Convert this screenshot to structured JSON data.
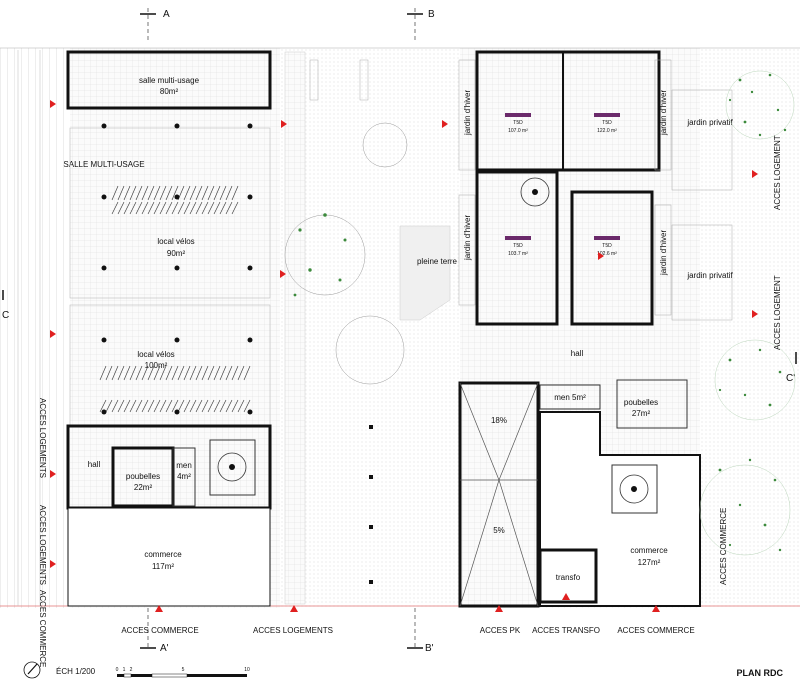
{
  "sections": {
    "a": "A",
    "b": "B",
    "c": "C",
    "c_prime": "C'",
    "a_prime": "A'",
    "b_prime": "B'"
  },
  "rooms": {
    "salle_multi_usage": "salle multi-usage",
    "salle_multi_usage_area": "80m²",
    "salle_multi_usage_caps": "SALLE MULTI-USAGE",
    "local_velos_1": "local vélos",
    "local_velos_1_area": "90m²",
    "local_velos_2": "local vélos",
    "local_velos_2_area": "100m²",
    "hall_left": "hall",
    "poubelles_left": "poubelles",
    "poubelles_left_area": "22m²",
    "men_left": "men",
    "men_left_area": "4m²",
    "commerce_left": "commerce",
    "commerce_left_area": "117m²",
    "pleine_terre": "pleine terre",
    "hall_center": "hall",
    "men_center": "men 5m²",
    "poubelles_right": "poubelles",
    "poubelles_right_area": "27m²",
    "ramp_top": "18%",
    "ramp_bottom": "5%",
    "transfo": "transfo",
    "commerce_right": "commerce",
    "commerce_right_area": "127m²",
    "jardin_hiver_1": "jardin d'hiver",
    "jardin_hiver_2": "jardin d'hiver",
    "jardin_hiver_3": "jardin d'hiver",
    "jardin_hiver_4": "jardin d'hiver",
    "jardin_privatif_1": "jardin privatif",
    "jardin_privatif_2": "jardin privatif"
  },
  "apartments": [
    {
      "type": "T5D",
      "area": "107.0 m²"
    },
    {
      "type": "T5D",
      "area": "122.0 m²"
    },
    {
      "type": "T5D",
      "area": "103.7 m²"
    },
    {
      "type": "T5D",
      "area": "102.6 m²"
    }
  ],
  "access": {
    "left_1": "ACCES LOGEMENTS",
    "left_2": "ACCES LOGEMENTS",
    "left_3": "ACCES COMMERCE",
    "right_1": "ACCES LOGEMENT",
    "right_2": "ACCES LOGEMENT",
    "right_3": "ACCES COMMERCE",
    "bottom_1": "ACCES COMMERCE",
    "bottom_2": "ACCES LOGEMENTS",
    "bottom_3": "ACCES PK",
    "bottom_4": "ACCES TRANSFO",
    "bottom_5": "ACCES COMMERCE"
  },
  "scale": {
    "label": "ÉCH 1/200",
    "ticks": [
      "0",
      "1",
      "2",
      "5",
      "10"
    ]
  },
  "title": "PLAN RDC",
  "colors": {
    "wall": "#111111",
    "apartment_tag": "#6b2a6b",
    "access_marker": "#e02020",
    "tree": "#2f7a2f"
  }
}
